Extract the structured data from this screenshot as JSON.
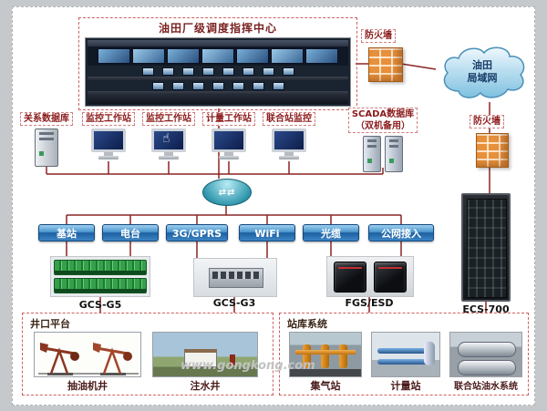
{
  "diagram": {
    "command_center": {
      "title": "油田厂级调度指挥中心"
    },
    "firewall_top": {
      "label": "防火墙"
    },
    "firewall_right": {
      "label": "防火墙"
    },
    "cloud": {
      "line1": "油田",
      "line2": "局域网"
    },
    "workstations": [
      {
        "label": "关系数据库"
      },
      {
        "label": "监控工作站"
      },
      {
        "label": "监控工作站"
      },
      {
        "label": "计量工作站"
      },
      {
        "label": "联合站监控"
      },
      {
        "label_line1": "SCADA数据库",
        "label_line2": "（双机备用）"
      }
    ],
    "network_links": [
      {
        "label": "基站"
      },
      {
        "label": "电台"
      },
      {
        "label": "3G/GPRS"
      },
      {
        "label": "WiFi"
      },
      {
        "label": "光缆"
      },
      {
        "label": "公网接入"
      }
    ],
    "controllers": [
      {
        "label": "GCS-G5"
      },
      {
        "label": "GCS-G3"
      },
      {
        "label": "FGS/ESD"
      },
      {
        "label": "ECS-700"
      }
    ],
    "wellhead_platform": {
      "title": "井口平台",
      "items": [
        {
          "label": "抽油机井"
        },
        {
          "label": "注水井"
        }
      ]
    },
    "station_system": {
      "title": "站库系统",
      "items": [
        {
          "label": "集气站"
        },
        {
          "label": "计量站"
        },
        {
          "label": "联合站油水系统"
        }
      ]
    },
    "watermark": "www.gongkong.com"
  },
  "icons": {
    "hand_pointer": "☝",
    "router_arrows": "⇄⇄"
  },
  "colors": {
    "connection_line": "#8b2525",
    "button_blue": "#1d5fa0",
    "firewall_orange": "#e8913c",
    "label_red": "#8b1a1a",
    "cloud_blue": "#7ec0e0"
  }
}
